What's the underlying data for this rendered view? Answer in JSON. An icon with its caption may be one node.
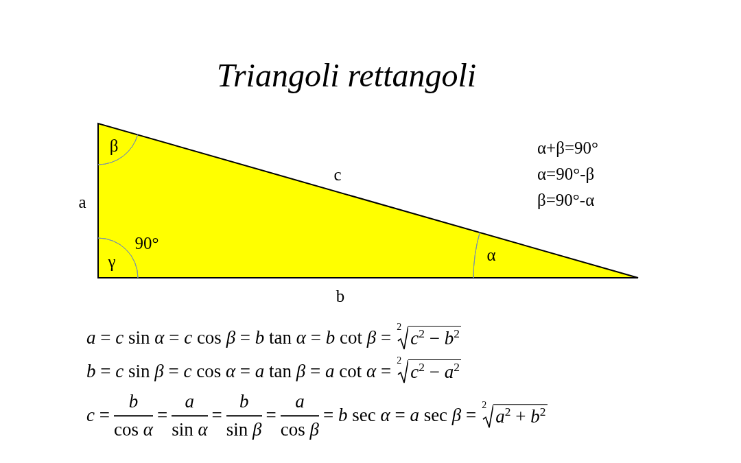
{
  "diagram": {
    "title": "Triangoli rettangoli",
    "labels": [
      "β",
      "α+β=90°",
      "c",
      "α=90°-β",
      "a",
      "β=90°-α",
      "90°",
      "α",
      "γ",
      "b",
      "*a* = *c* sin *α* = *c* cos *β* = *b* tan *α* = *b* cot *β* =",
      "2",
      "*c*$^{2}$ − *b*$^{2}$",
      "*b* = *c* sin *β* = *c* cos *α* = *a* tan *β* = *a* cot *α* =",
      "2",
      "*c*$^{2}$ − *a*$^{2}$",
      "*c* =",
      "*b*",
      "cos *α*",
      "=",
      "*a*",
      "sin *α*",
      "=",
      "*b*",
      "sin *β*",
      "=",
      "*a*",
      "cos *β*",
      "= *b* sec *α* = *a* sec *β* =",
      "2",
      "*a*$^{2}$ + *b*$^{2}$"
    ]
  }
}
